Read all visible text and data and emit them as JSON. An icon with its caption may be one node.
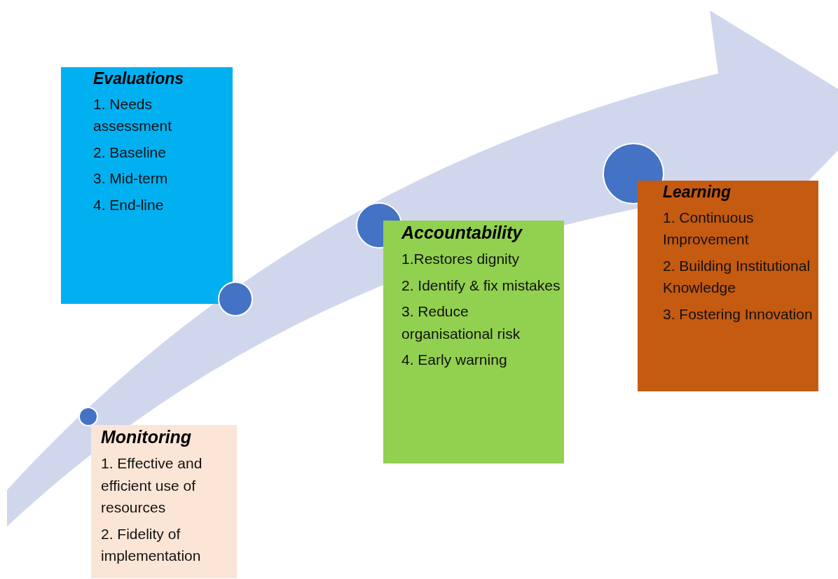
{
  "diagram": {
    "nodes": [
      {
        "text": [
          "Evaluations",
          "1. Needs assessment",
          "2. Baseline",
          "3. Mid-term",
          "4. End-line"
        ]
      },
      {
        "text": [],
        "shape": "circle"
      },
      {
        "text": [
          "Learning",
          "1. Continuous Improvement",
          "2. Building Institutional Knowledge",
          "3. Fostering Innovation"
        ]
      },
      {
        "text": [],
        "shape": "circle"
      },
      {
        "text": [
          "Accountability",
          "1.Restores dignity",
          "2. Identify & fix mistakes",
          "3. Reduce organisational risk",
          "4. Early warning"
        ]
      },
      {
        "text": [],
        "shape": "circle"
      },
      {
        "text": [],
        "shape": "circle"
      },
      {
        "text": [
          "Monitoring",
          "1. Effective and efficient use of resources",
          "2. Fidelity of implementation"
        ]
      }
    ]
  }
}
